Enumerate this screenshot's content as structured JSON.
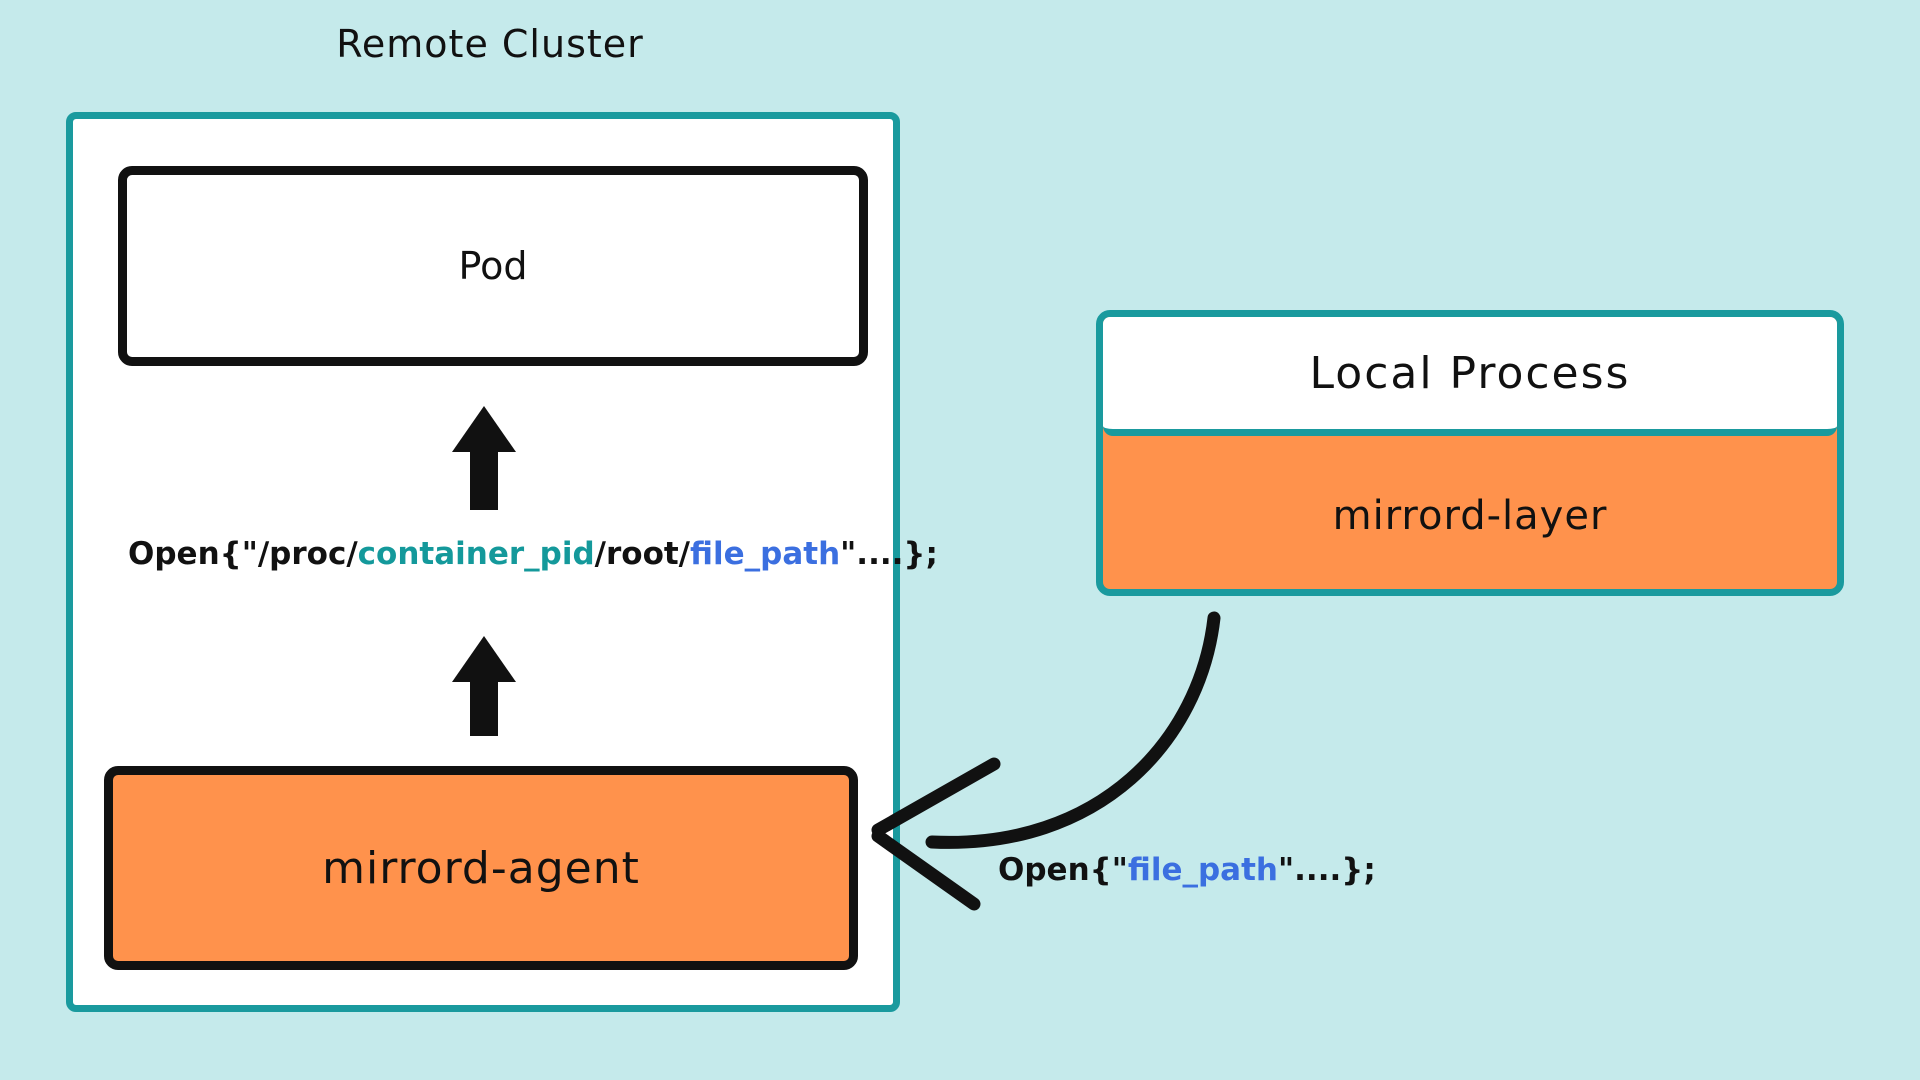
{
  "cluster": {
    "title": "Remote Cluster",
    "pod_label": "Pod",
    "agent_label": "mirrord-agent",
    "open_call": {
      "prefix": "Open{\"/proc/",
      "container_pid": "container_pid",
      "middle": "/root/",
      "file_path": "file_path",
      "suffix": "\"....};"
    }
  },
  "local": {
    "title": "Local Process",
    "layer_label": "mirrord-layer",
    "open_call": {
      "prefix": "Open{\"",
      "file_path": "file_path",
      "suffix": "\"....};"
    }
  },
  "colors": {
    "background": "#c5eaeb",
    "teal_border": "#1a9a9e",
    "orange": "#ff924c",
    "pid_text": "#14999b",
    "path_text": "#3b6fe0"
  }
}
